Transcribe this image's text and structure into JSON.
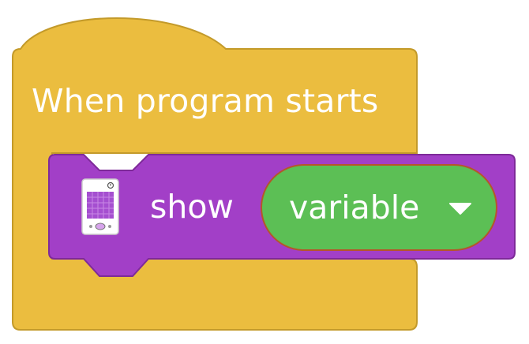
{
  "hat_block": {
    "label": "When program starts",
    "color": "#ebbd3f",
    "border_color": "#c39a2a"
  },
  "show_block": {
    "label": "show",
    "color": "#a23fc7",
    "border_color": "#7e2a99",
    "icon": "led-matrix-device-icon",
    "dropdown": {
      "value": "variable",
      "color": "#5cbf55",
      "icon": "caret-down-icon"
    }
  }
}
